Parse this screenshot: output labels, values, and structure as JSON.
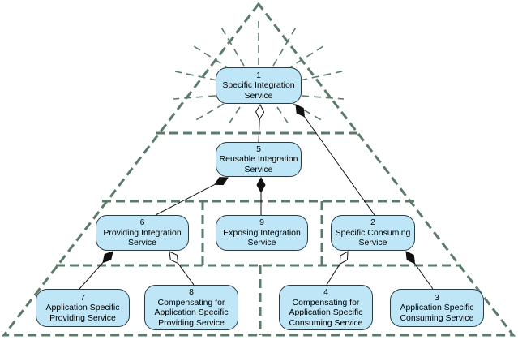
{
  "colors": {
    "frame": "#5a7a6a",
    "node_fill": "#bfe6f7",
    "node_border": "#2a3b45",
    "connector": "#111111"
  },
  "nodes": {
    "n1": {
      "number": "1",
      "line1": "Specific Integration",
      "line2": "Service"
    },
    "n5": {
      "number": "5",
      "line1": "Reusable Integration",
      "line2": "Service"
    },
    "n6": {
      "number": "6",
      "line1": "Providing Integration",
      "line2": "Service"
    },
    "n9": {
      "number": "9",
      "line1": "Exposing Integration",
      "line2": "Service"
    },
    "n2": {
      "number": "2",
      "line1": "Specific Consuming",
      "line2": "Service"
    },
    "n7": {
      "number": "7",
      "line1": "Application Specific",
      "line2": "Providing Service"
    },
    "n8": {
      "number": "8",
      "line1": "Compensating for",
      "line2": "Application Specific",
      "line3": "Providing Service"
    },
    "n4": {
      "number": "4",
      "line1": "Compensating for",
      "line2": "Application Specific",
      "line3": "Consuming Service"
    },
    "n3": {
      "number": "3",
      "line1": "Application Specific",
      "line2": "Consuming Service"
    }
  },
  "connectors": [
    {
      "from": "n5",
      "to": "n1",
      "end": "open-diamond"
    },
    {
      "from": "n2",
      "to": "n1",
      "end": "filled-diamond"
    },
    {
      "from": "n6",
      "to": "n5",
      "end": "filled-diamond"
    },
    {
      "from": "n9",
      "to": "n5",
      "end": "filled-diamond"
    },
    {
      "from": "n7",
      "to": "n6",
      "end": "filled-diamond"
    },
    {
      "from": "n8",
      "to": "n6",
      "end": "open-diamond"
    },
    {
      "from": "n4",
      "to": "n2",
      "end": "open-diamond"
    },
    {
      "from": "n3",
      "to": "n2",
      "end": "filled-diamond"
    }
  ]
}
